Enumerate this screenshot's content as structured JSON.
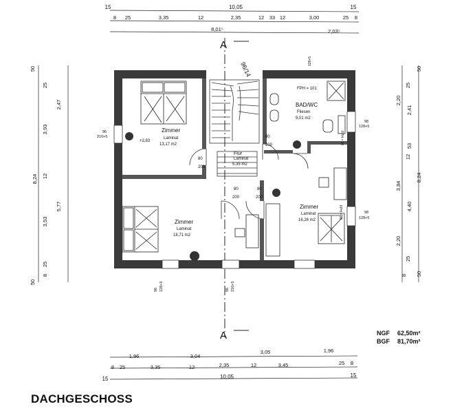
{
  "title": "DACHGESCHOSS",
  "areas": {
    "ngf_label": "NGF",
    "ngf_value": "62,50m²",
    "bgf_label": "BGF",
    "bgf_value": "81,70m²"
  },
  "section_marks": {
    "top": "A",
    "bottom": "A"
  },
  "stair_label": "96/14",
  "rooms": {
    "zimmer_nw": {
      "name": "Zimmer",
      "floor": "Laminat",
      "area": "13,17 m2"
    },
    "zimmer_sw": {
      "name": "Zimmer",
      "floor": "Laminat",
      "area": "18,71 m2"
    },
    "zimmer_e": {
      "name": "Zimmer",
      "floor": "Laminat",
      "area": "16,26 m2"
    },
    "bad": {
      "name": "BAD/WC",
      "floor": "Fliesen",
      "area": "9,01 m2"
    },
    "flur": {
      "name": "Flur",
      "floor": "Laminat",
      "area": "5,35 m2"
    }
  },
  "labels": {
    "fph_bad": "FPH = 101",
    "fph_bad2": "FPH = 90",
    "fph_e": "FPH = 90",
    "spot": "+2,83",
    "gap": "128+5",
    "win_w_a": "96",
    "win_w_b": "210+5",
    "win_e_a": "98",
    "win_e_b": "128+5",
    "win_e2_a": "98",
    "win_e2_b": "128+5",
    "win_s1_a": "96",
    "win_s1_b": "128+5",
    "win_s2_a": "96",
    "win_s2_b": "210+5",
    "door_80": "80",
    "door_200": "200"
  },
  "dims_top_total": [
    "15",
    "10,05",
    "15"
  ],
  "dims_top_inner": [
    "8",
    "25",
    "3,35",
    "12",
    "2,35",
    "12",
    "33",
    "12",
    "3,00",
    "25",
    "8"
  ],
  "dims_top_sub": [
    "8,01⁵",
    "2,03⁵"
  ],
  "dims_bottom_outer": [
    "1,96",
    "3,04",
    "3,05",
    "1,96"
  ],
  "dims_bottom_inner": [
    "8",
    "25",
    "3,35",
    "12",
    "2,35",
    "12",
    "3,45",
    "25",
    "8"
  ],
  "dims_bottom_total": [
    "15",
    "10,05",
    "15"
  ],
  "dims_left_outer": [
    "50",
    "25",
    "2,47",
    "3,93",
    "8,24",
    "12",
    "3,53",
    "5,77",
    "25",
    "8",
    "50"
  ],
  "dims_right": [
    "50",
    "25",
    "2,20",
    "2,41",
    "53",
    "12",
    "3,84",
    "8,24",
    "4,40",
    "2,20",
    "25",
    "8",
    "50"
  ]
}
